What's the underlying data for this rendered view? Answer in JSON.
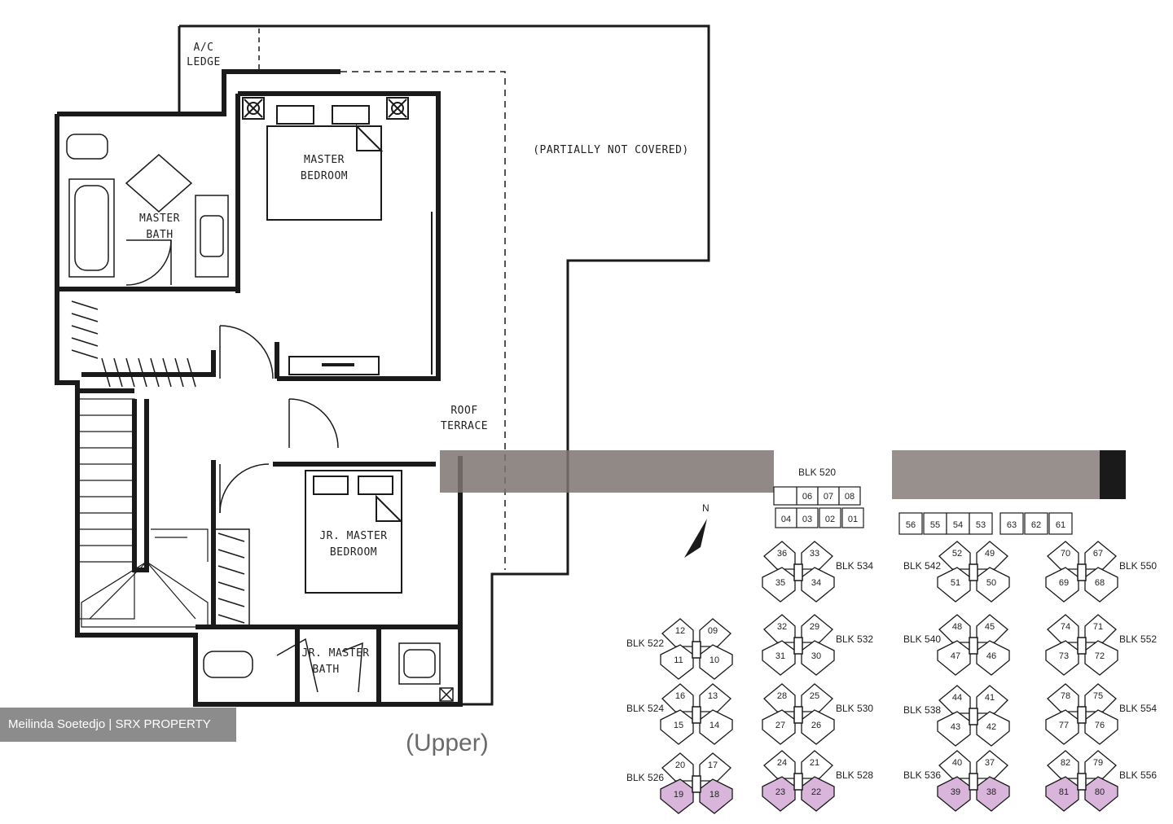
{
  "rooms": {
    "ac_ledge": [
      "A/C",
      "LEDGE"
    ],
    "master_bedroom": [
      "MASTER",
      "BEDROOM"
    ],
    "master_bath": [
      "MASTER",
      "BATH"
    ],
    "partially_not_covered": "(PARTIALLY NOT COVERED)",
    "roof_terrace": [
      "ROOF",
      "TERRACE"
    ],
    "junior_master_bedroom": [
      "JR. MASTER",
      "BEDROOM"
    ],
    "junior_master_bath": [
      "JR. MASTER",
      "BATH"
    ]
  },
  "north_label": "N",
  "caption": "(Upper)",
  "watermark": "Meilinda Soetedjo | SRX PROPERTY",
  "site_plan": {
    "blk_520": {
      "label": "BLK 520",
      "top_units": [
        "06",
        "07",
        "08"
      ],
      "bottom_units": [
        "04",
        "03",
        "02",
        "01"
      ]
    },
    "east_row_units": [
      "56",
      "55",
      "54",
      "53",
      "63",
      "62",
      "61"
    ],
    "blocks": [
      {
        "label": "BLK 522",
        "units": [
          "12",
          "09",
          "11",
          "10"
        ],
        "highlight": false
      },
      {
        "label": "BLK 524",
        "units": [
          "16",
          "13",
          "15",
          "14"
        ],
        "highlight": false
      },
      {
        "label": "BLK 526",
        "units": [
          "20",
          "17",
          "19",
          "18"
        ],
        "highlight": true
      },
      {
        "label": "BLK 534",
        "units": [
          "36",
          "33",
          "35",
          "34"
        ],
        "highlight": false
      },
      {
        "label": "BLK 532",
        "units": [
          "32",
          "29",
          "31",
          "30"
        ],
        "highlight": false
      },
      {
        "label": "BLK 530",
        "units": [
          "28",
          "25",
          "27",
          "26"
        ],
        "highlight": false
      },
      {
        "label": "BLK 528",
        "units": [
          "24",
          "21",
          "23",
          "22"
        ],
        "highlight": true
      },
      {
        "label": "BLK 542",
        "units": [
          "52",
          "49",
          "51",
          "50"
        ],
        "highlight": false
      },
      {
        "label": "BLK 540",
        "units": [
          "48",
          "45",
          "47",
          "46"
        ],
        "highlight": false
      },
      {
        "label": "BLK 538",
        "units": [
          "44",
          "41",
          "43",
          "42"
        ],
        "highlight": false
      },
      {
        "label": "BLK 536",
        "units": [
          "40",
          "37",
          "39",
          "38"
        ],
        "highlight": true
      },
      {
        "label": "BLK 550",
        "units": [
          "70",
          "67",
          "69",
          "68"
        ],
        "highlight": false
      },
      {
        "label": "BLK 552",
        "units": [
          "74",
          "71",
          "73",
          "72"
        ],
        "highlight": false
      },
      {
        "label": "BLK 554",
        "units": [
          "78",
          "75",
          "77",
          "76"
        ],
        "highlight": false
      },
      {
        "label": "BLK 556",
        "units": [
          "82",
          "79",
          "81",
          "80"
        ],
        "highlight": true
      }
    ]
  },
  "colors": {
    "highlight": "#d9b5dc",
    "wall": "#1a1a1a",
    "faded_band": "#7d7471"
  }
}
